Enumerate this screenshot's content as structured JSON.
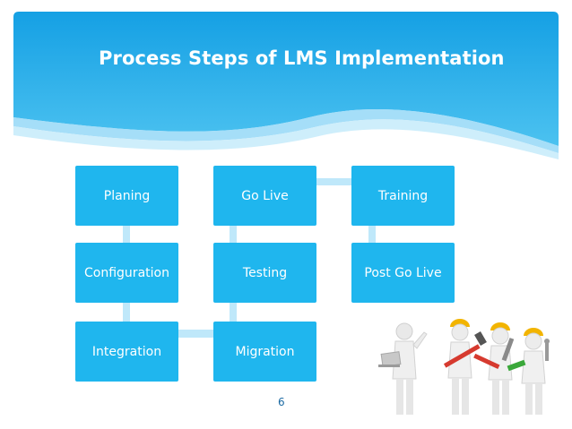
{
  "slide": {
    "title": "Process Steps of LMS Implementation",
    "page_number": "6"
  },
  "steps": [
    {
      "label": "Planing"
    },
    {
      "label": "Configuration"
    },
    {
      "label": "Integration"
    },
    {
      "label": "Migration"
    },
    {
      "label": "Testing"
    },
    {
      "label": "Go Live"
    },
    {
      "label": "Training"
    },
    {
      "label": "Post Go Live"
    }
  ],
  "colors": {
    "box": "#1fb6ee",
    "connector": "#bfe8fa",
    "header": "#1ba4e6"
  },
  "illustration": "team-with-tools-figures"
}
